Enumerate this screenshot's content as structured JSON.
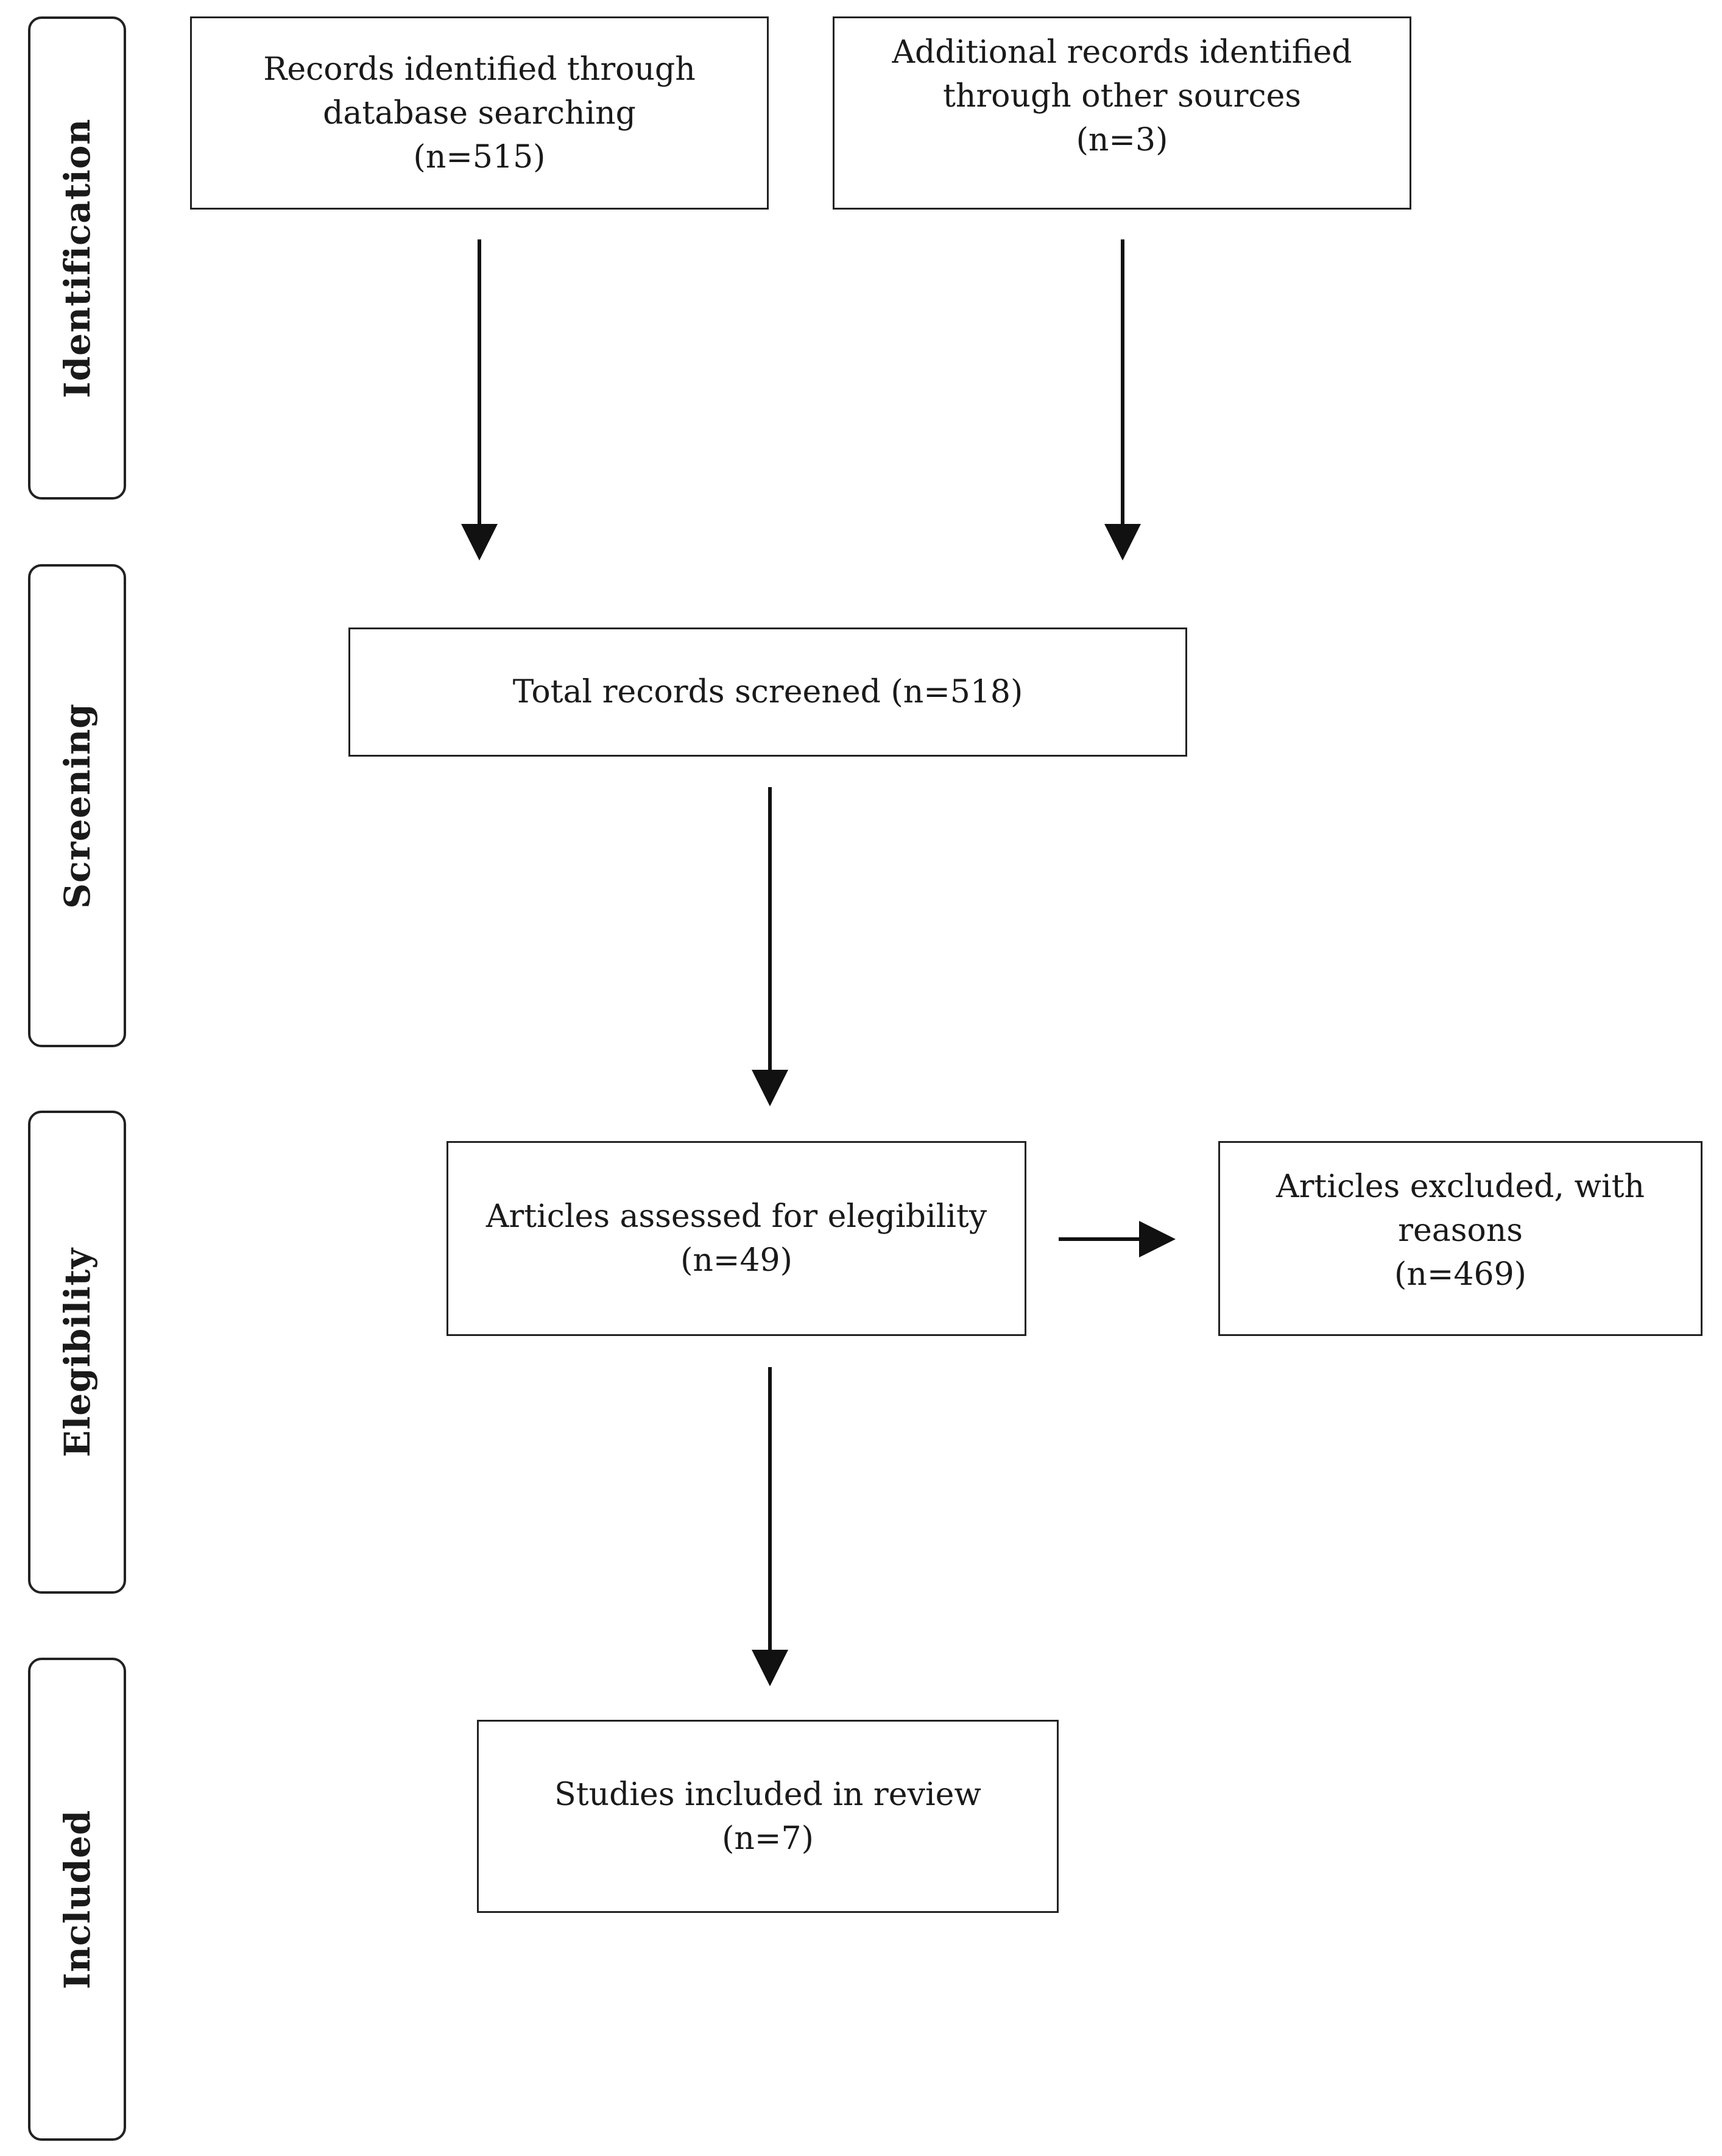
{
  "stages": {
    "identification": "Identification",
    "screening": "Screening",
    "eligibility": "Elegibility",
    "included": "Included"
  },
  "boxes": {
    "database_search": {
      "lines": [
        "Records identified through",
        "database searching",
        "(n=515)"
      ]
    },
    "other_sources": {
      "lines": [
        "Additional records identified",
        "through other sources",
        "(n=3)"
      ]
    },
    "screened": {
      "lines": [
        "Total records screened (n=518)"
      ]
    },
    "eligibility": {
      "lines": [
        "Articles assessed for elegibility",
        "(n=49)"
      ]
    },
    "excluded": {
      "lines": [
        "Articles excluded, with",
        "reasons",
        "(n=469)"
      ]
    },
    "included": {
      "lines": [
        "Studies included in review",
        "(n=7)"
      ]
    }
  },
  "colors": {
    "stroke": "#222222",
    "background": "#ffffff"
  }
}
